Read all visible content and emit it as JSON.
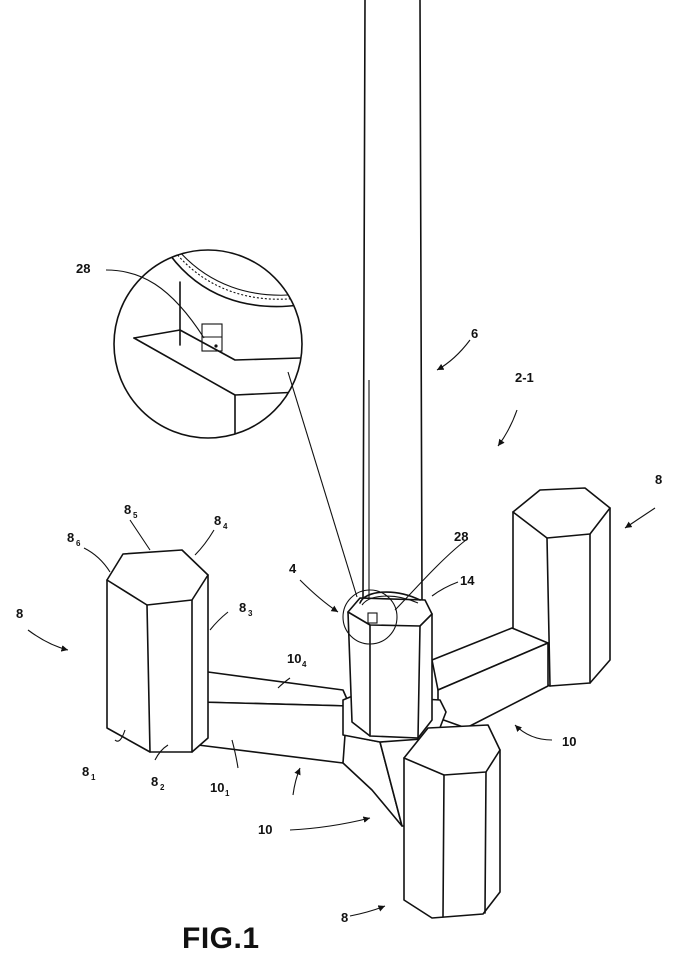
{
  "figure": {
    "caption": "FIG.1"
  },
  "labels": {
    "l_28_top": "28",
    "l_6": "6",
    "l_2_1": "2-1",
    "l_8_right": "8",
    "l_28_mid": "28",
    "l_14": "14",
    "l_4": "4",
    "l_8_left": "8",
    "l_8_bottom": "8",
    "l_10_right": "10",
    "l_10_bottom": "10",
    "l_8_6": "8",
    "l_8_6_sub": "6",
    "l_8_5": "8",
    "l_8_5_sub": "5",
    "l_8_4": "8",
    "l_8_4_sub": "4",
    "l_8_3": "8",
    "l_8_3_sub": "3",
    "l_8_1": "8",
    "l_8_1_sub": "1",
    "l_8_2": "8",
    "l_8_2_sub": "2",
    "l_10_4": "10",
    "l_10_4_sub": "4",
    "l_10_1": "10",
    "l_10_1_sub": "1"
  }
}
